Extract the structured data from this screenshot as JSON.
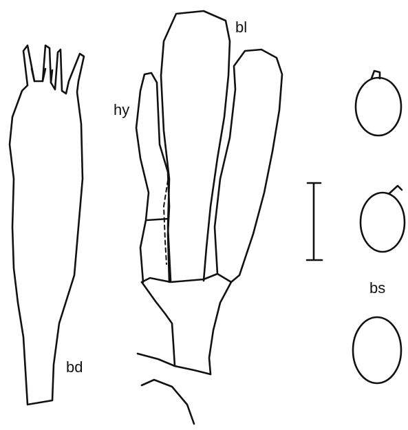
{
  "figure": {
    "labels": {
      "basidium": "bd",
      "hypha": "hy",
      "basidiole": "bl",
      "basidiospores": "bs"
    },
    "line_color": "#111111",
    "background": "#ffffff"
  }
}
